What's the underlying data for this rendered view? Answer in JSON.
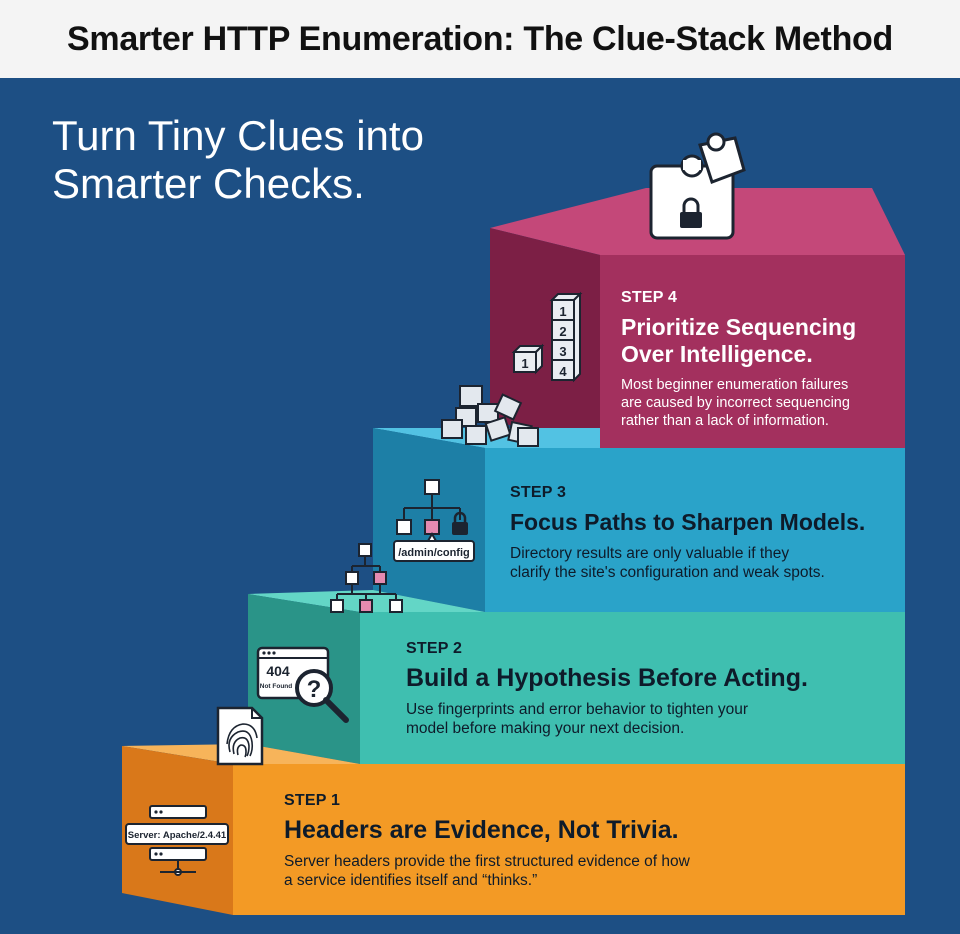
{
  "header": {
    "title": "Smarter HTTP Enumeration: The Clue-Stack Method"
  },
  "tagline": {
    "line1": "Turn Tiny Clues into",
    "line2": "Smarter Checks."
  },
  "colors": {
    "background": "#1d4f84",
    "step1": "#f39a25",
    "step2": "#3fbfb0",
    "step3": "#2aa3c9",
    "step4": "#a3305e"
  },
  "steps": [
    {
      "label": "STEP 1",
      "heading": "Headers are Evidence, Not Trivia.",
      "body_line1": "Server headers provide the first structured evidence of how",
      "body_line2": "a service identifies itself and “thinks.”",
      "icons": [
        "server-icon",
        "fingerprint-icon"
      ],
      "server_label": "Server: Apache/2.4.41"
    },
    {
      "label": "STEP 2",
      "heading": "Build a Hypothesis Before Acting.",
      "body_line1": "Use fingerprints and error behavior to tighten your",
      "body_line2": "model before making your next decision.",
      "icons": [
        "error-page-icon",
        "magnifier-question-icon"
      ],
      "error_code": "404",
      "error_text": "Not Found"
    },
    {
      "label": "STEP 3",
      "heading": "Focus Paths to Sharpen Models.",
      "body_line1": "Directory results are only valuable if they",
      "body_line2": "clarify the site's configuration and weak spots.",
      "icons": [
        "directory-tree-icon",
        "lock-icon"
      ],
      "path_label": "/admin/config"
    },
    {
      "label": "STEP 4",
      "heading_line1": "Prioritize Sequencing",
      "heading_line2": "Over Intelligence.",
      "body_line1": "Most beginner enumeration failures",
      "body_line2": "are caused by incorrect sequencing",
      "body_line3": "rather than a lack of information.",
      "icons": [
        "numbered-blocks-icon",
        "puzzle-lock-icon",
        "scattered-cubes-icon"
      ],
      "block_numbers": [
        "1",
        "2",
        "3",
        "4",
        "1"
      ]
    }
  ]
}
